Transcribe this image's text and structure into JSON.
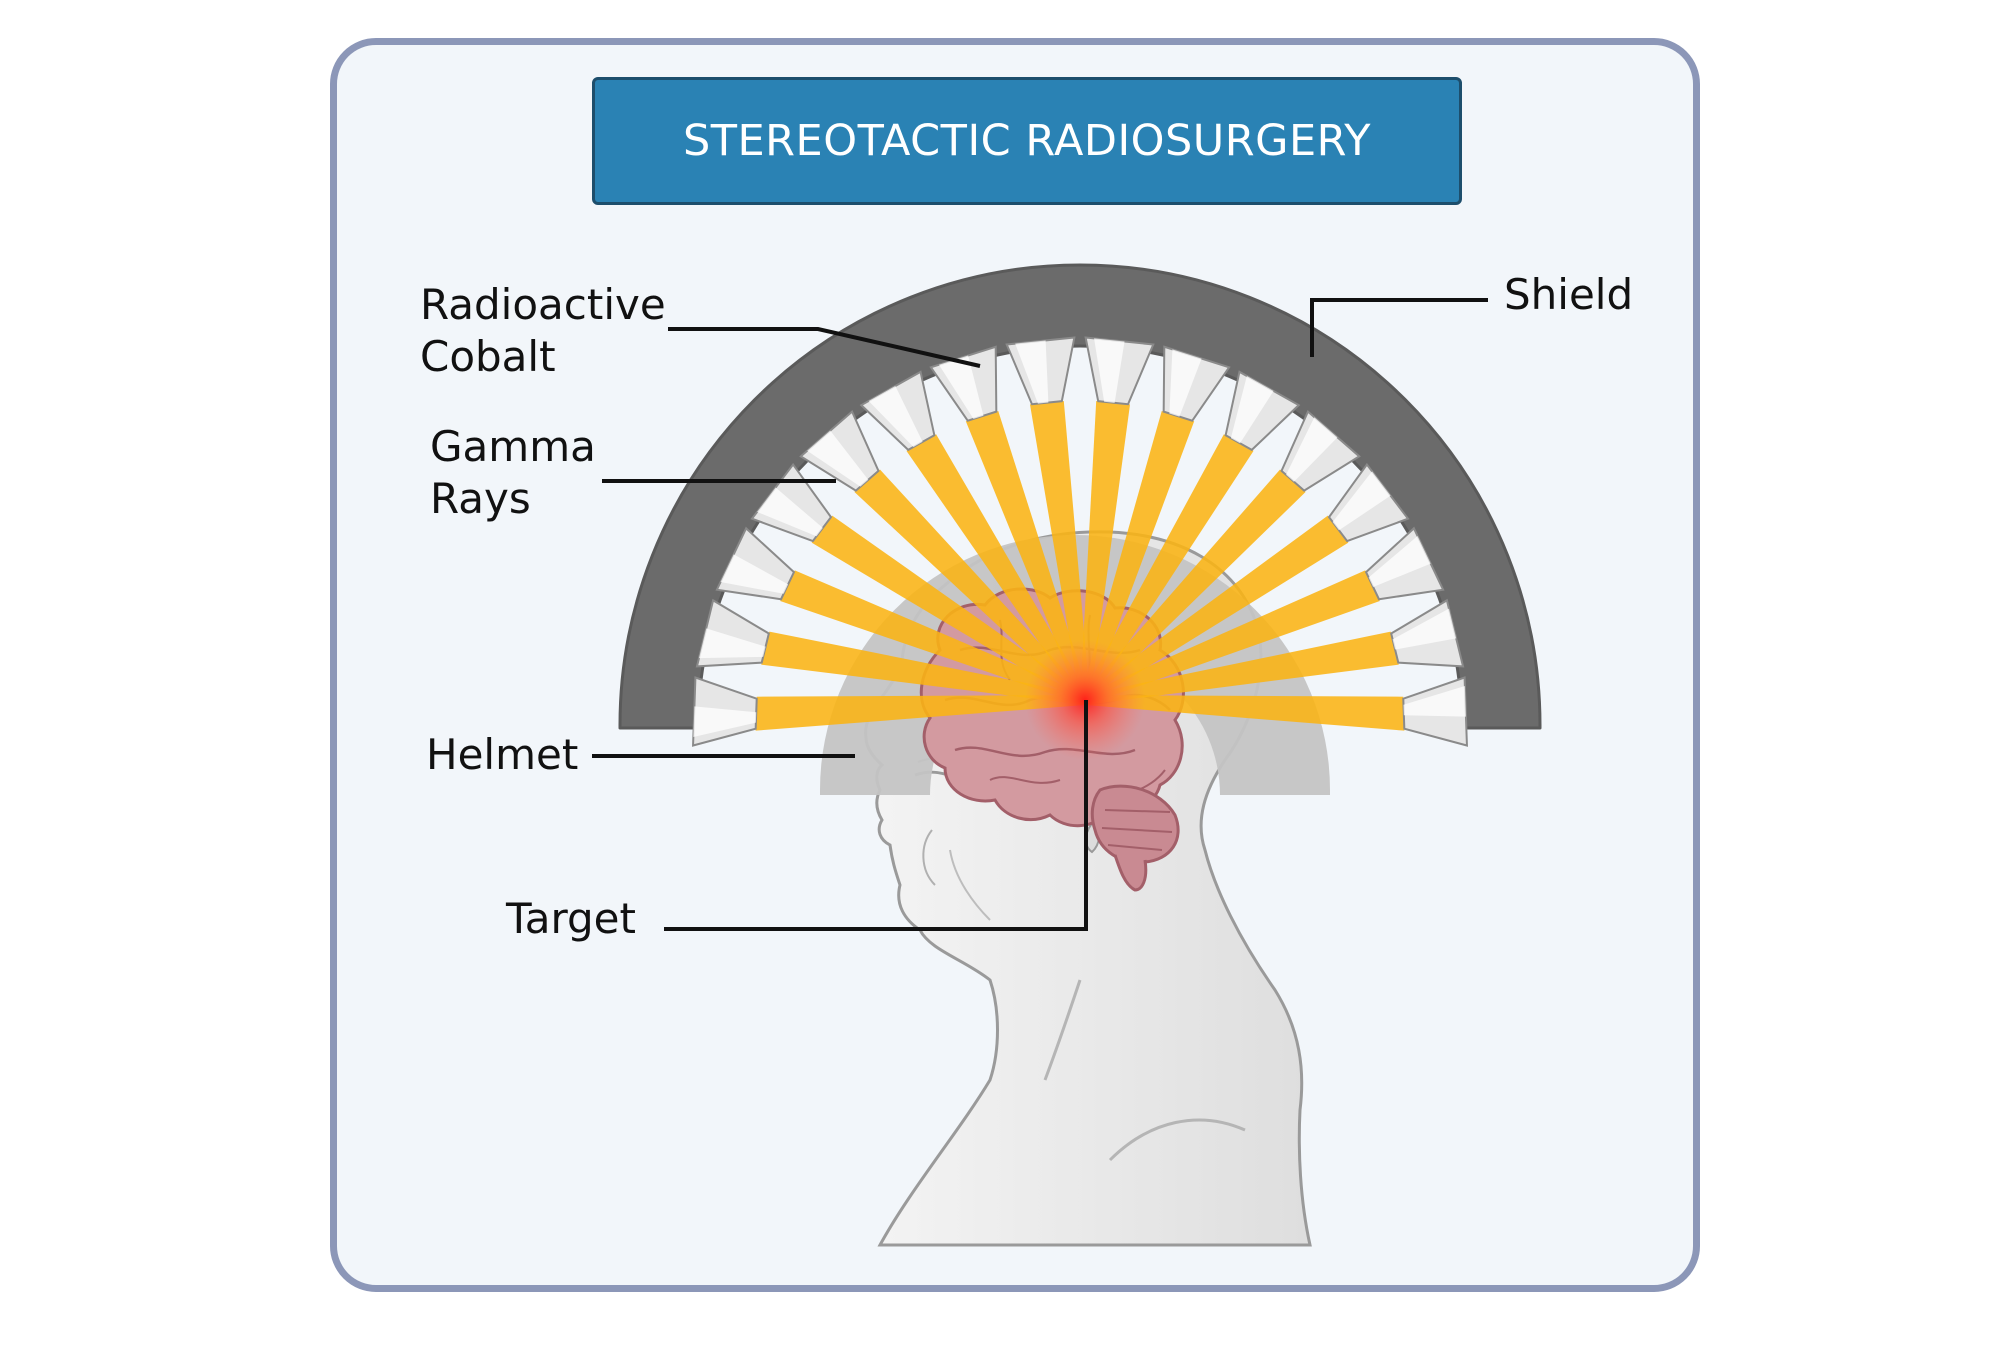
{
  "title": "STEREOTACTIC RADIOSURGERY",
  "labels": {
    "radioactive_cobalt": [
      "Radioactive",
      "Cobalt"
    ],
    "gamma_rays": [
      "Gamma",
      "Rays"
    ],
    "shield": "Shield",
    "helmet": "Helmet",
    "target": "Target"
  },
  "colors": {
    "panel_border": "#8c97b8",
    "panel_fill": "#f2f6fa",
    "title_fill": "#2a82b4",
    "shield": "#6b6b6b",
    "helmet": "#c4c4c4",
    "gamma_ray": "#fbb413",
    "brain": "#d39aa0",
    "target_glow": "#ff2020",
    "head": "#e8e8e8"
  },
  "cobalt_source_count": 16
}
